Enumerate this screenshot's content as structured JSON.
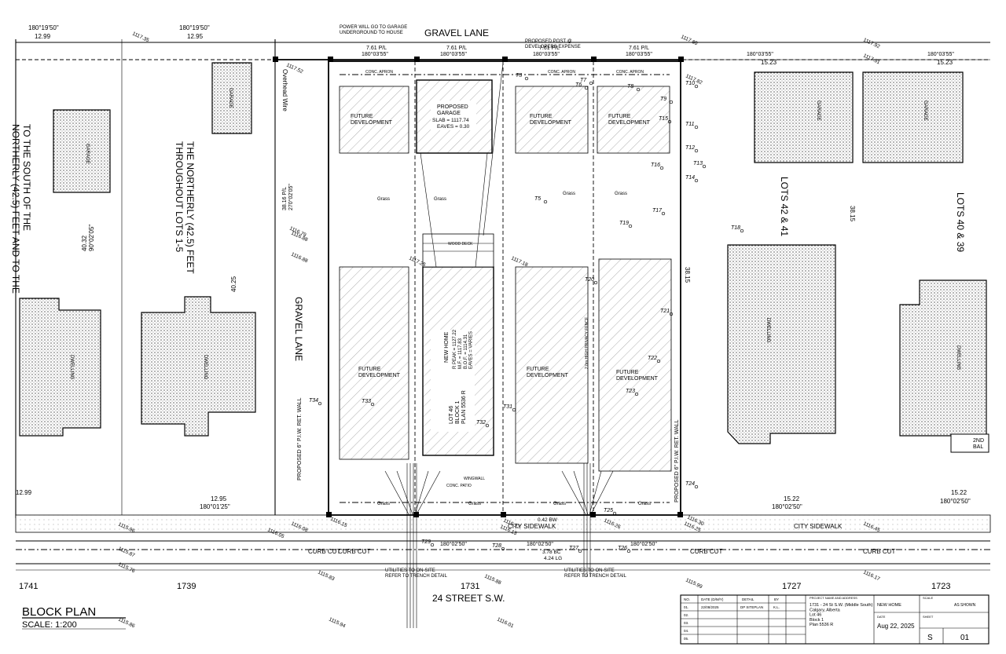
{
  "title": {
    "main": "BLOCK PLAN",
    "scale": "SCALE: 1:200"
  },
  "streets": {
    "lane_top": "GRAVEL LANE",
    "lane_side": "GRAVEL LANE",
    "street_bottom": "24 STREET S.W.",
    "sidewalk": "CITY SIDEWALK",
    "curb_cut": "CURB CUT",
    "utilities": "UTILITIES TO ON-SITE\nREFER TO TRENCH DETAIL"
  },
  "notes": {
    "power": "POWER WILL GO TO GARAGE\nUNDERGROUND TO HOUSE",
    "post": "PROPOSED POST @\nDEVELOPERS EXPENSE",
    "overhead": "Overhead Wire",
    "northerly": "THE NORTHERLY (42.5) FEET\nTHROUGHOUT LOTS 1-5",
    "south": "TO THE SOUTH OF THE\nNORTHERLY (42.5) FEET AND TO THE",
    "ret_wall": "PROPOSED 6\" P.I.W. RET. WALL",
    "privacy": "2.0m HIGH PRIVACY FENCE"
  },
  "addresses": [
    "1741",
    "1739",
    "1731",
    "1727",
    "1723"
  ],
  "lots": {
    "left": "LOTS 42 & 41",
    "right": "LOTS 40 & 39"
  },
  "labels": {
    "future_dev": "FUTURE\nDEVELOPMENT",
    "garage": "PROPOSED\nGARAGE",
    "garage_slab": "SLAB = 1117.74",
    "garage_eaves": "EAVES = 0.30",
    "new_home": "NEW HOME",
    "new_home_specs": "R PEAK = 1127.22\nM.F. = 1117.83\nB.O.F. = 1114.31\nEAVES = VARIES",
    "lot_block": "LOT 46\nBLOCK 1\nPLAN 5536 R",
    "wood_deck": "WOOD DECK",
    "grass": "Grass",
    "dwelling": "DWELLING",
    "garage_existing": "GARAGE",
    "conc_patio": "CONC. PATIO",
    "wingwall": "WINGWALL",
    "conc_apron": "CONC. APRON",
    "second_bal": "2ND\nBAL"
  },
  "dimensions": {
    "pl_top": "7.61 P/L",
    "bearing_top": "180°03'55\"",
    "bearing_left": "180°19'50\"",
    "w1299": "12.99",
    "w1295": "12.95",
    "w1523": "15.23",
    "w1522": "15.22",
    "bearing_bottom": "180°02'50\"",
    "bearing_bl": "180°01'25\"",
    "d3816": "38.16 P/L\n270°02'05\"",
    "d3815": "38.15",
    "d4032": "40.32\n90°02'05\"",
    "d4025": "40.25",
    "d378": "3.78 BC",
    "d424": "4.24 LG",
    "bw": "0.42 BW"
  },
  "trees": [
    "T3",
    "T5",
    "T6",
    "T7",
    "T8",
    "T9",
    "T10",
    "T11",
    "T12",
    "T13",
    "T14",
    "T15",
    "T16",
    "T17",
    "T18",
    "T19",
    "T20",
    "T21",
    "T22",
    "T23",
    "T24",
    "T25",
    "T26",
    "T27",
    "T28",
    "T29",
    "T31",
    "T32",
    "T33",
    "T34"
  ],
  "elevations": [
    "1117.35",
    "1117.80",
    "1117.52",
    "1117.92",
    "1117.91",
    "1117.82",
    "1116.79",
    "1116.88",
    "1116.88",
    "1117.18",
    "1117.25",
    "1115.96",
    "1116.05",
    "1116.08",
    "1116.15",
    "1116.22",
    "1116.13",
    "1116.26",
    "1116.25",
    "1116.30",
    "1116.45",
    "1115.87",
    "1115.76",
    "1115.83",
    "1115.88",
    "1115.86",
    "1115.94",
    "1116.01",
    "1115.99",
    "1116.17"
  ],
  "title_block": {
    "headers": [
      "NO.",
      "DATE (D/M/Y)",
      "DETAIL",
      "BY"
    ],
    "row1": [
      "01.",
      "22/08/2025",
      "DP SITEPLAN",
      "K.L."
    ],
    "rows": [
      "02.",
      "03.",
      "04.",
      "05."
    ],
    "project_label": "PROJECT NAME AND ADDRESS",
    "project": "1731 - 24 St S.W. (Middle South)\nCalgary, Alberta\nLot 46\nBlock 1\nPlan 5536 R",
    "project_name": "NEW HOME",
    "scale_label": "SCALE",
    "scale": "AS SHOWN",
    "date_label": "DATE",
    "date": "Aug 22, 2025",
    "sheet_label": "SHEET",
    "sheet_prefix": "S",
    "sheet": "01"
  }
}
